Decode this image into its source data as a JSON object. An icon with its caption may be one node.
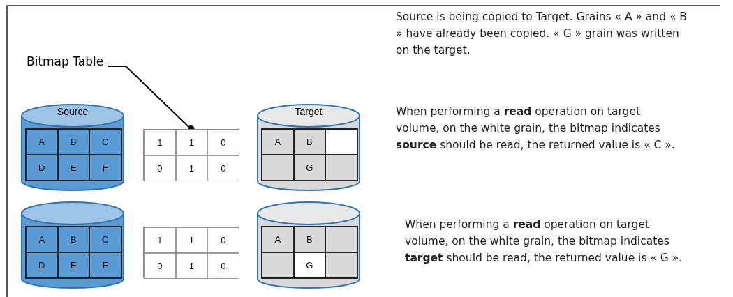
{
  "diagram": {
    "nodes": [
      {
        "text": [
          "Bitmap Table"
        ]
      },
      {
        "text": [
          "Source"
        ]
      },
      {
        "text": [
          "A"
        ],
        "in": 1
      },
      {
        "text": [
          "B"
        ],
        "in": 1
      },
      {
        "text": [
          "C"
        ],
        "in": 1
      },
      {
        "text": [
          "D"
        ],
        "in": 1
      },
      {
        "text": [
          "E"
        ],
        "in": 1
      },
      {
        "text": [
          "F"
        ],
        "in": 1
      },
      {
        "text": [],
        "shape": "box"
      },
      {
        "text": [
          "1"
        ],
        "in": 8
      },
      {
        "text": [
          "1"
        ],
        "in": 8
      },
      {
        "text": [
          "0"
        ],
        "in": 8
      },
      {
        "text": [
          "0"
        ],
        "in": 8
      },
      {
        "text": [
          "1"
        ],
        "in": 8
      },
      {
        "text": [
          "0"
        ],
        "in": 8
      },
      {
        "text": [
          "Target"
        ]
      },
      {
        "text": [
          "A"
        ],
        "in": 15
      },
      {
        "text": [
          "B"
        ],
        "in": 15
      },
      {
        "text": [],
        "shape": "box",
        "in": 15
      },
      {
        "text": [],
        "shape": "box",
        "in": 15
      },
      {
        "text": [
          "G"
        ],
        "in": 15
      },
      {
        "text": [],
        "shape": "box",
        "in": 15
      },
      {
        "text": [],
        "shape": "cylinder"
      },
      {
        "text": [
          "A"
        ],
        "in": 22
      },
      {
        "text": [
          "B"
        ],
        "in": 22
      },
      {
        "text": [
          "C"
        ],
        "in": 22
      },
      {
        "text": [
          "D"
        ],
        "in": 22
      },
      {
        "text": [
          "E"
        ],
        "in": 22
      },
      {
        "text": [
          "F"
        ],
        "in": 22
      },
      {
        "text": [],
        "shape": "box"
      },
      {
        "text": [
          "1"
        ],
        "in": 29
      },
      {
        "text": [
          "1"
        ],
        "in": 29
      },
      {
        "text": [
          "0"
        ],
        "in": 29
      },
      {
        "text": [
          "0"
        ],
        "in": 29
      },
      {
        "text": [
          "1"
        ],
        "in": 29
      },
      {
        "text": [
          "0"
        ],
        "in": 29
      },
      {
        "text": [],
        "shape": "cylinder"
      },
      {
        "text": [
          "A"
        ],
        "in": 36
      },
      {
        "text": [
          "B"
        ],
        "in": 36
      },
      {
        "text": [],
        "shape": "box",
        "in": 36
      },
      {
        "text": [],
        "shape": "box",
        "in": 36
      },
      {
        "text": [
          "G"
        ],
        "in": 36
      },
      {
        "text": [],
        "shape": "box",
        "in": 36
      }
    ],
    "edges": [
      {
        "from": 0,
        "to": 8,
        "arrow": "other"
      }
    ],
    "labels": [
      "Source is being copied to Target. Grains « A » and « B » have already been copied. « G » grain was written on the target.",
      "When performing a **read** operation on target volume, on the white grain, the bitmap indicates **source** should be read, the returned value is « C ».",
      "When performing a **read** operation on target volume, on the white grain, the bitmap indicates **target** should be read, the returned value is « G »."
    ]
  }
}
